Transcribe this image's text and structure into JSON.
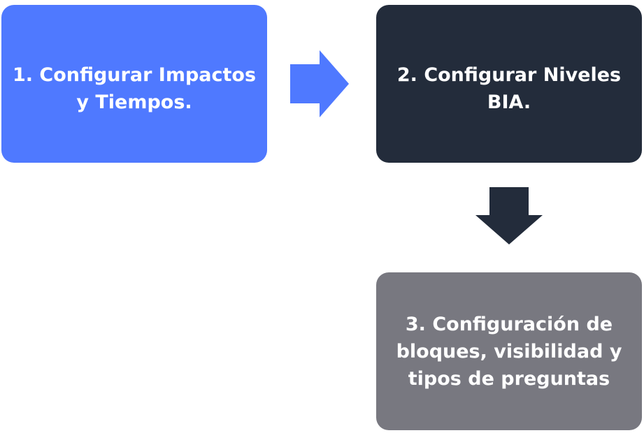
{
  "colors": {
    "step1": "#4f79ff",
    "step2": "#232c3b",
    "step3": "#787880",
    "arrow_right": "#4f79ff",
    "arrow_down": "#232c3b"
  },
  "steps": [
    {
      "label": "1. Configurar Impactos\ny Tiempos."
    },
    {
      "label": "2. Configurar Niveles\nBIA."
    },
    {
      "label": "3. Configuración de\nbloques, visibilidad y\ntipos de preguntas"
    }
  ],
  "arrows": [
    {
      "icon": "arrow-right-icon",
      "direction": "right"
    },
    {
      "icon": "arrow-down-icon",
      "direction": "down"
    }
  ]
}
